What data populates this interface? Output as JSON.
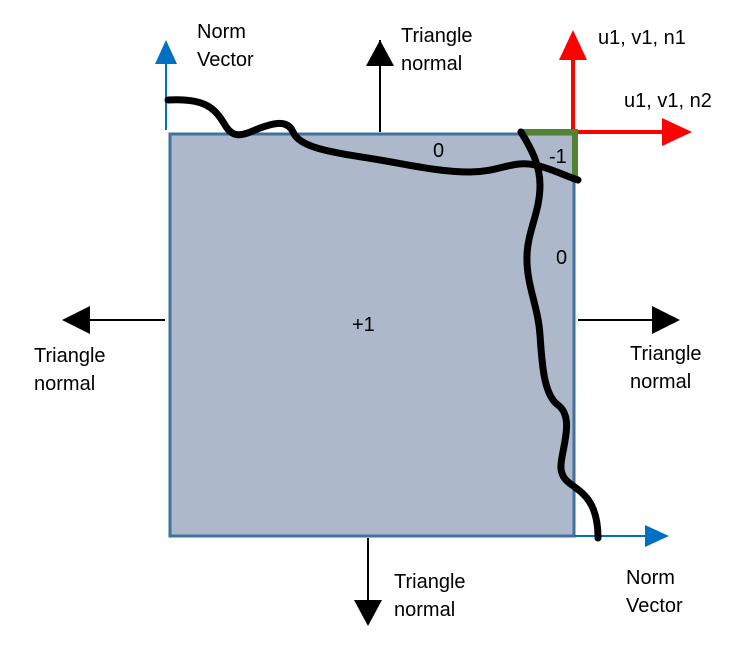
{
  "labels": {
    "norm_vector_top_line1": "Norm",
    "norm_vector_top_line2": "Vector",
    "triangle_normal_top_line1": "Triangle",
    "triangle_normal_top_line2": "normal",
    "corner_vector_up": "u1, v1, n1",
    "corner_vector_right": "u1, v1, n2",
    "triangle_normal_left_line1": "Triangle",
    "triangle_normal_left_line2": "normal",
    "triangle_normal_right_line1": "Triangle",
    "triangle_normal_right_line2": "normal",
    "triangle_normal_bottom_line1": "Triangle",
    "triangle_normal_bottom_line2": "normal",
    "norm_vector_bottom_line1": "Norm",
    "norm_vector_bottom_line2": "Vector",
    "region_top": "0",
    "region_corner": "-1",
    "region_right": "0",
    "region_center": "+1"
  },
  "colors": {
    "square_fill": "#adb9ca",
    "square_stroke": "#41719c",
    "norm_vector_arrow": "#0070c0",
    "corner_vector_arrow": "#ff0000",
    "corner_bracket": "#548235",
    "triangle_normal_arrow": "#000000",
    "curve": "#000000"
  }
}
